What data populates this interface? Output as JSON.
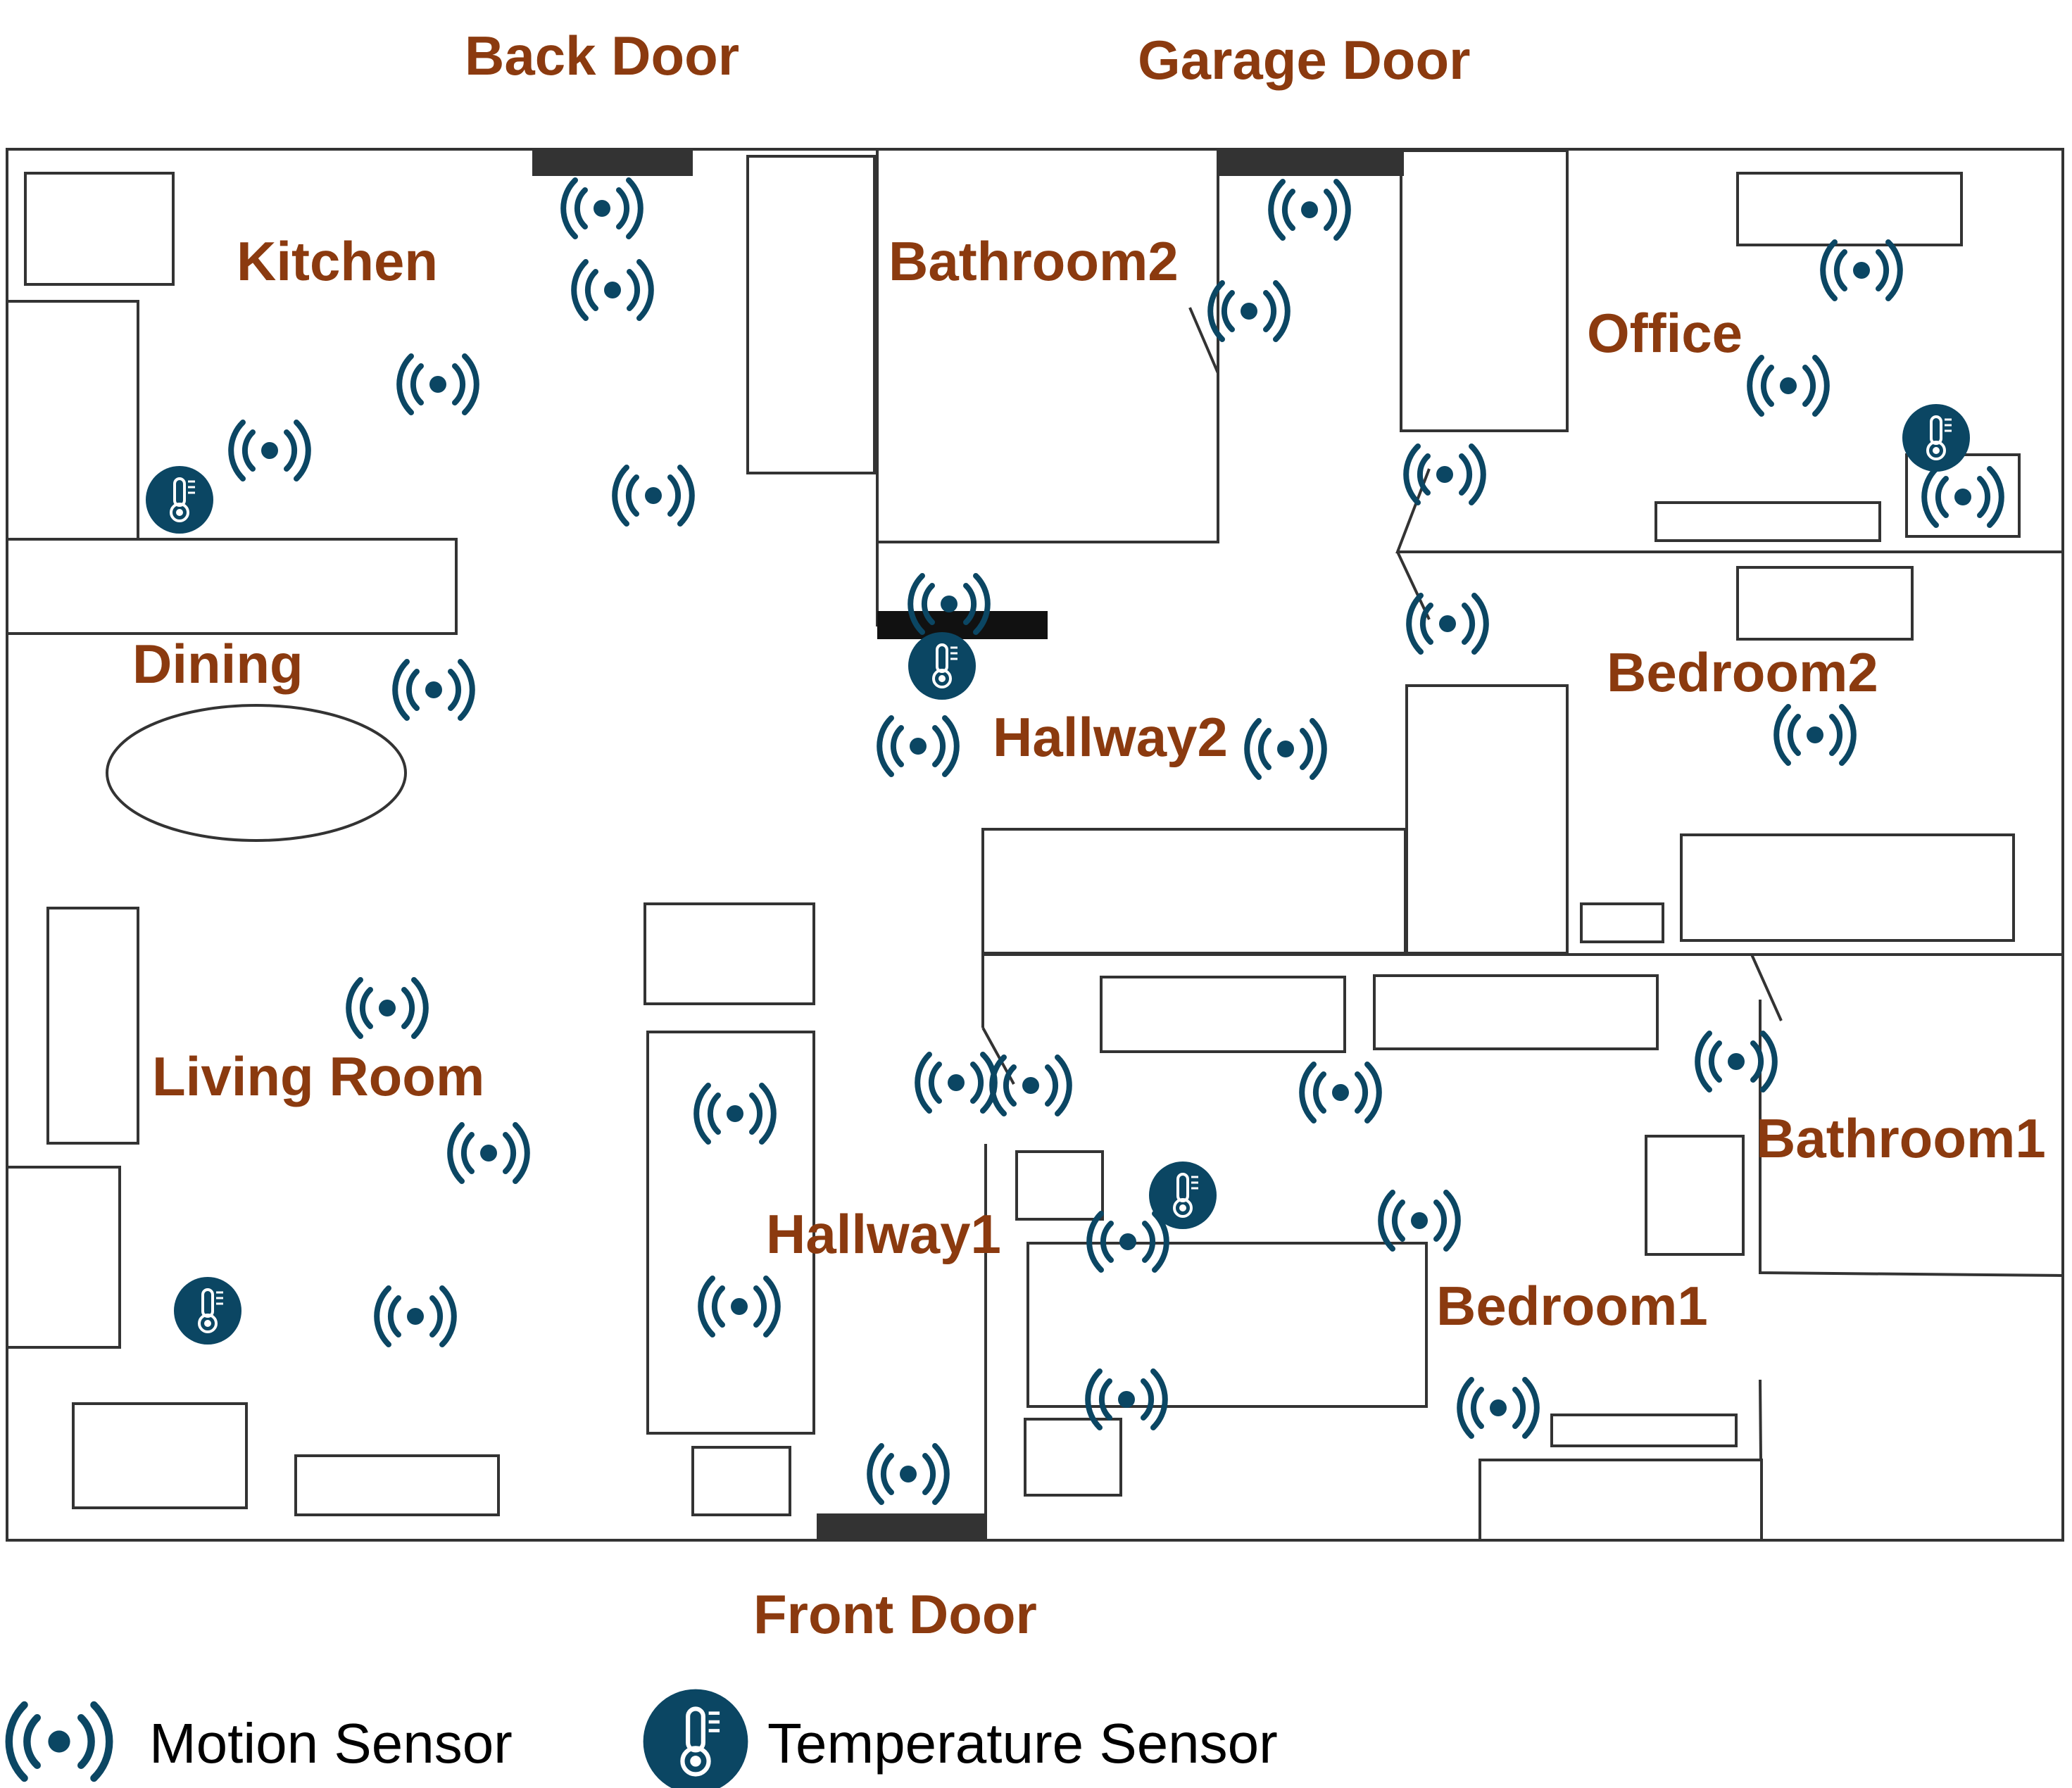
{
  "colors": {
    "label": "#8B3A0F",
    "sensor": "#0B4663",
    "door": "#333333",
    "wall": "#333333",
    "background": "#ffffff"
  },
  "doors": {
    "back": "Back Door",
    "garage": "Garage Door",
    "front": "Front Door"
  },
  "rooms": {
    "kitchen": "Kitchen",
    "bathroom2": "Bathroom2",
    "office": "Office",
    "dining": "Dining",
    "hallway2": "Hallway2",
    "bedroom2": "Bedroom2",
    "living_room": "Living Room",
    "bathroom1": "Bathroom1",
    "hallway1": "Hallway1",
    "bedroom1": "Bedroom1"
  },
  "legend": {
    "motion": "Motion Sensor",
    "temperature": "Temperature Sensor"
  },
  "icons": {
    "motion": "motion-sensor-icon",
    "temperature": "temperature-sensor-icon"
  }
}
